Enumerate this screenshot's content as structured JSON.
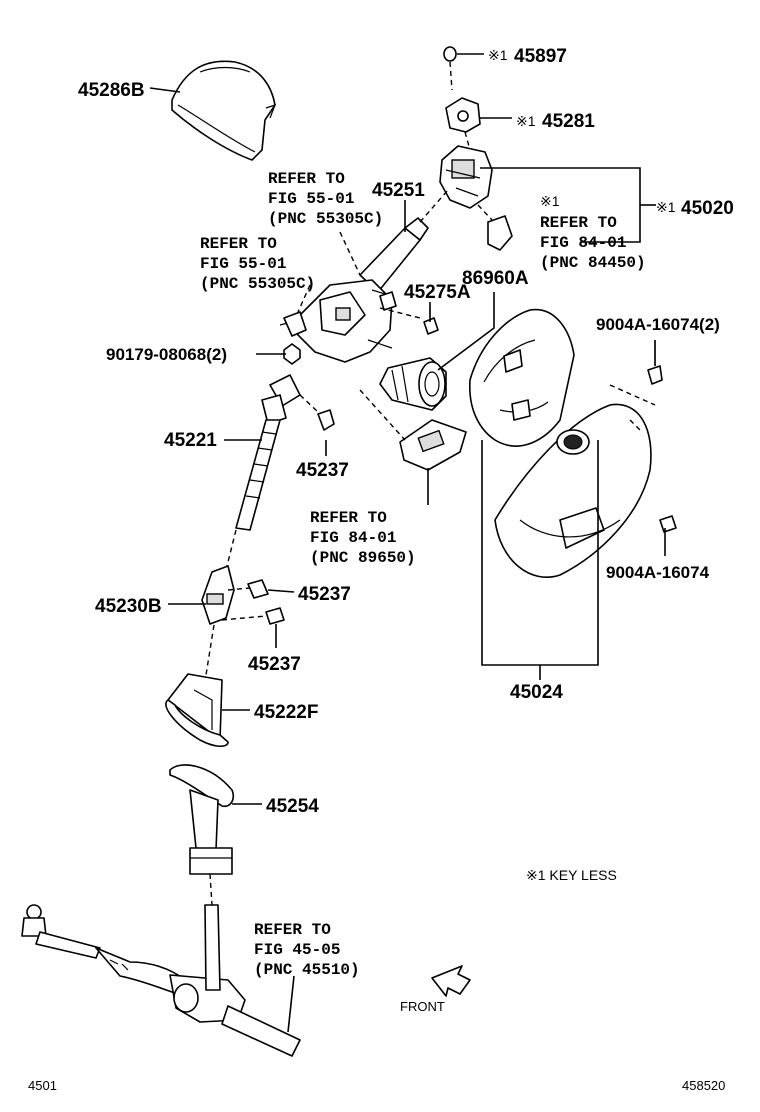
{
  "diagram": {
    "parts": {
      "p45897": "45897",
      "p45281": "45281",
      "p45286B": "45286B",
      "p45020": "45020",
      "p45251": "45251",
      "p86960A": "86960A",
      "p45275A": "45275A",
      "p9004A_16074_2": "9004A-16074(2)",
      "p90179_08068_2": "90179-08068(2)",
      "p45221": "45221",
      "p45237_a": "45237",
      "p45237_b": "45237",
      "p45237_c": "45237",
      "p45230B": "45230B",
      "p45222F": "45222F",
      "p45254": "45254",
      "p9004A_16074": "9004A-16074",
      "p45024": "45024"
    },
    "key_mark": "※1",
    "refs": {
      "r1": [
        "REFER TO",
        "FIG 55-01",
        "(PNC 55305C)"
      ],
      "r2": [
        "REFER TO",
        "FIG 55-01",
        "(PNC 55305C)"
      ],
      "r3": [
        "※1",
        "REFER TO",
        "FIG 84-01",
        "(PNC 84450)"
      ],
      "r4": [
        "REFER TO",
        "FIG 84-01",
        "(PNC 89650)"
      ],
      "r5": [
        "REFER TO",
        "FIG 45-05",
        "(PNC 45510)"
      ]
    },
    "note": "※1 KEY LESS",
    "front_label": "FRONT",
    "footer_left": "4501",
    "footer_right": "458520"
  }
}
